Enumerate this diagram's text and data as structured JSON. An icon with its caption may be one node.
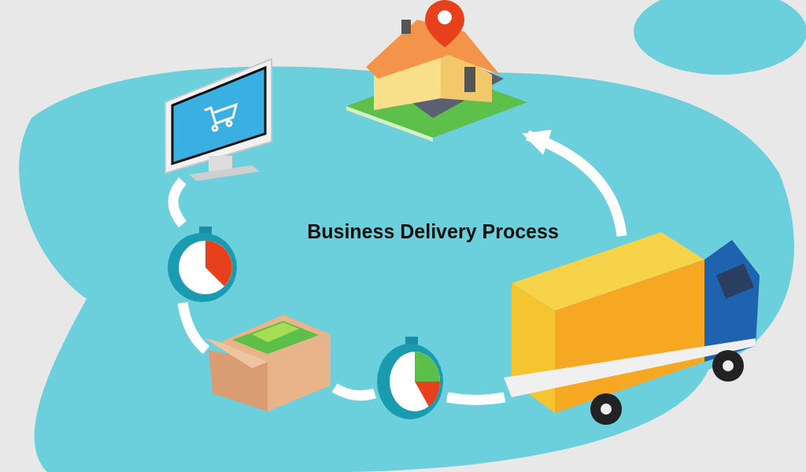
{
  "diagram": {
    "title": "Business Delivery Process",
    "nodes": [
      {
        "text": [],
        "shape": "picture"
      },
      {
        "text": [],
        "shape": "picture"
      },
      {
        "text": [],
        "shape": "picture"
      },
      {
        "text": [],
        "shape": "picture"
      },
      {
        "text": [],
        "shape": "picture"
      },
      {
        "text": [],
        "shape": "picture"
      }
    ],
    "edges": [
      {
        "from": 0,
        "to": 1,
        "arrow": "none"
      },
      {
        "from": 1,
        "to": 2,
        "arrow": "none"
      },
      {
        "from": 2,
        "to": 3,
        "arrow": "none"
      },
      {
        "from": 3,
        "to": 4,
        "arrow": "none"
      },
      {
        "from": 4,
        "to": 5,
        "arrow": "to"
      }
    ]
  }
}
